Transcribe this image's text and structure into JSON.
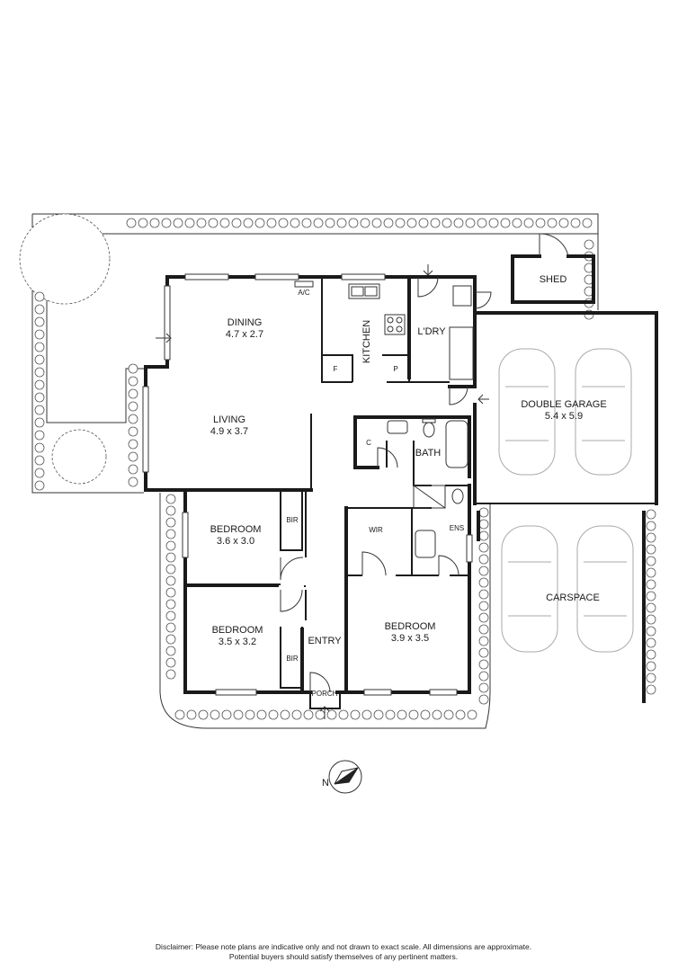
{
  "rooms": {
    "dining": {
      "name": "DINING",
      "dims": "4.7 x 2.7"
    },
    "living": {
      "name": "LIVING",
      "dims": "4.9 x 3.7"
    },
    "kitchen": {
      "name": "KITCHEN"
    },
    "laundry": {
      "name": "L'DRY"
    },
    "bath": {
      "name": "BATH"
    },
    "garage": {
      "name": "DOUBLE GARAGE",
      "dims": "5.4 x 5.9"
    },
    "shed": {
      "name": "SHED"
    },
    "bedroom1": {
      "name": "BEDROOM",
      "dims": "3.6 x 3.0"
    },
    "bedroom2": {
      "name": "BEDROOM",
      "dims": "3.5 x 3.2"
    },
    "bedroom3": {
      "name": "BEDROOM",
      "dims": "3.9 x 3.5"
    },
    "entry": {
      "name": "ENTRY"
    },
    "porch": {
      "name": "PORCH"
    },
    "carspace": {
      "name": "CARSPACE"
    },
    "wir": {
      "name": "WIR"
    },
    "ens": {
      "name": "ENS"
    },
    "bir1": {
      "name": "BIR"
    },
    "bir2": {
      "name": "BIR"
    }
  },
  "fixtures": {
    "ac": "A/C",
    "fridge": "F",
    "pantry": "P",
    "cupboard": "C"
  },
  "compass": {
    "label": "N"
  },
  "disclaimer": {
    "line1": "Disclaimer: Please note plans are indicative only and not drawn to exact scale. All dimensions are approximate.",
    "line2": "Potential buyers should satisfy themselves of any pertinent matters."
  }
}
